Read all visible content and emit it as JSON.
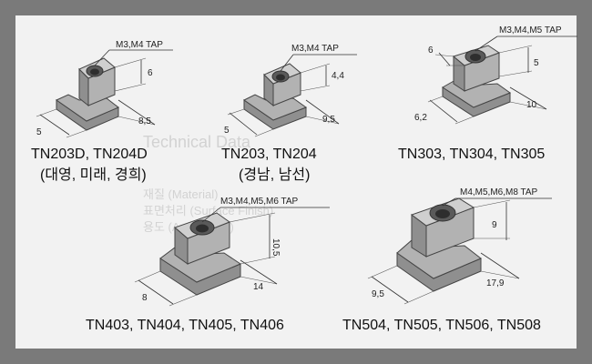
{
  "items": [
    {
      "tap": "M3,M4 TAP",
      "dims": [
        "6",
        "5",
        "8,5"
      ],
      "caption": "TN203D, TN204D",
      "sub": "(대영, 미래, 경희)"
    },
    {
      "tap": "M3,M4 TAP",
      "dims": [
        "4,4",
        "5",
        "9,5"
      ],
      "caption": "TN203, TN204",
      "sub": "(경남, 남선)"
    },
    {
      "tap": "M3,M4,M5 TAP",
      "dims": [
        "6",
        "5",
        "6,2",
        "10"
      ],
      "caption": "TN303, TN304, TN305"
    },
    {
      "tap": "M3,M4,M5,M6 TAP",
      "dims": [
        "10,5",
        "8",
        "14"
      ],
      "caption": "TN403, TN404, TN405, TN406"
    },
    {
      "tap": "M4,M5,M6,M8 TAP",
      "dims": [
        "9",
        "9,5",
        "17,9"
      ],
      "caption": "TN504, TN505, TN506, TN508"
    }
  ],
  "watermark": [
    "Technical Data",
    "재질 (Material)",
    "표면처리 (Surface Finish)",
    "용도 (Application)"
  ],
  "colors": {
    "frame": "#7a7a7a",
    "card": "#f2f2f2",
    "ink": "#111111"
  }
}
